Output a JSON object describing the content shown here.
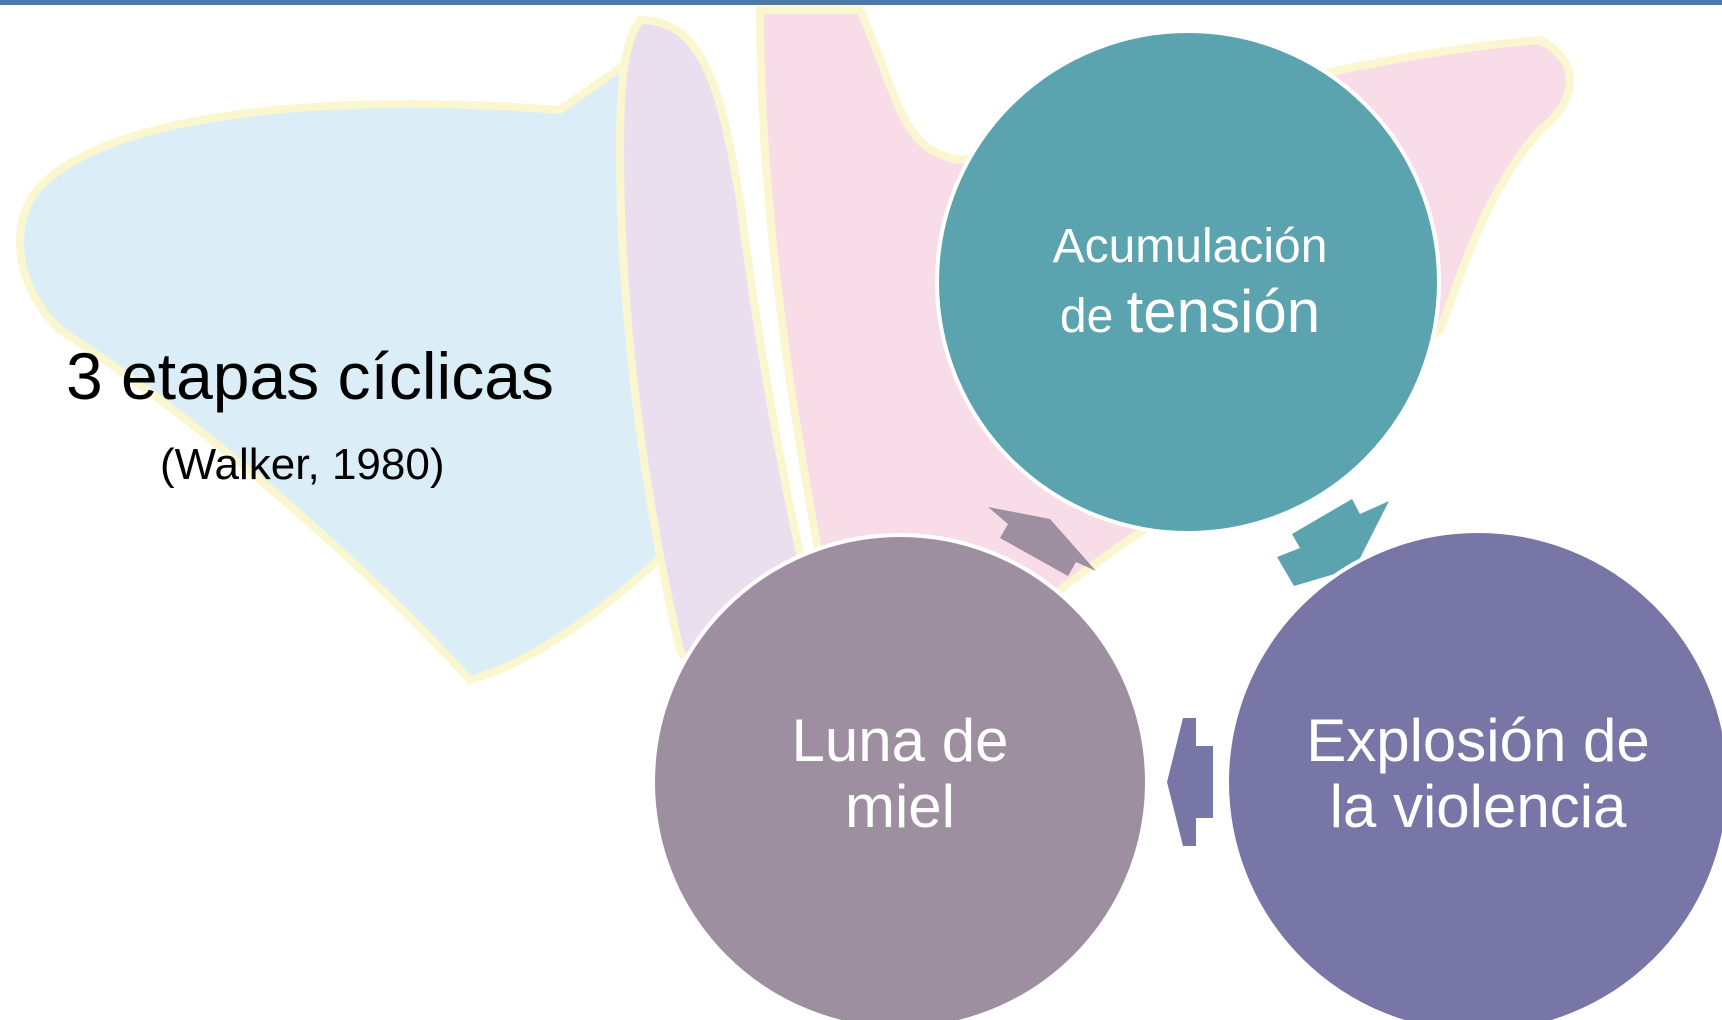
{
  "title": "3 etapas cíclicas",
  "citation": "(Walker, 1980)",
  "stages": [
    {
      "line1": "Acumulación",
      "line2_prefix": "de",
      "line2_strong": "tensión",
      "color": "#5ba3ae"
    },
    {
      "line1_strong": "Explosión",
      "line1_suffix": "de",
      "line2": "la violencia",
      "color": "#7776a7"
    },
    {
      "line1": "Luna de",
      "line2": "miel",
      "color": "#9d8fa0"
    }
  ],
  "colors": {
    "top_bar": "#4e79a7",
    "circle_border": "#ffffff",
    "watermark_blue": "#bfe0ef",
    "watermark_pink": "#f4c2d8",
    "watermark_purple": "#d9c6e2",
    "watermark_outline": "#f6f0a8"
  }
}
